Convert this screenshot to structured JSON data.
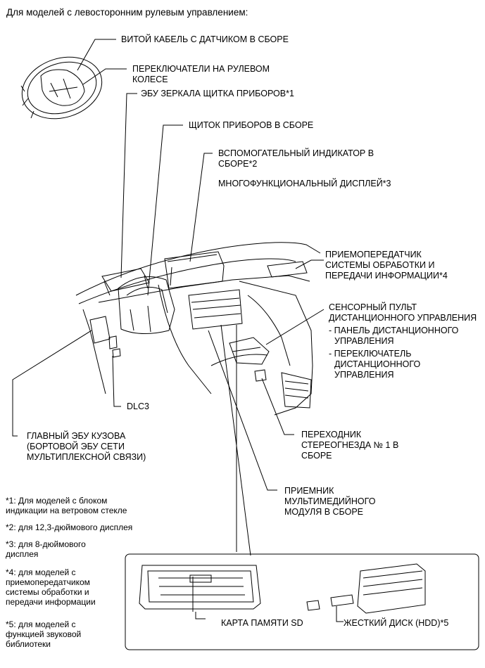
{
  "title": "Для моделей с левосторонним рулевым управлением:",
  "labels": {
    "spiral_cable": "ВИТОЙ КАБЕЛЬ С ДАТЧИКОМ В СБОРЕ",
    "steering_switches": [
      "ПЕРЕКЛЮЧАТЕЛИ НА РУЛЕВОМ",
      "КОЛЕСЕ"
    ],
    "mirror_ecu": "ЭБУ ЗЕРКАЛА ЩИТКА ПРИБОРОВ*1",
    "combination_meter": "ЩИТОК ПРИБОРОВ В СБОРЕ",
    "accessory_meter": [
      "ВСПОМОГАТЕЛЬНЫЙ ИНДИКАТОР В",
      "СБОРЕ*2"
    ],
    "multi_display": "МНОГОФУНКЦИОНАЛЬНЫЙ ДИСПЛЕЙ*3",
    "transceiver": [
      "ПРИЕМОПЕРЕДАТЧИК",
      "СИСТЕМЫ ОБРАБОТКИ И",
      "ПЕРЕДАЧИ ИНФОРМАЦИИ*4"
    ],
    "remote_touch": [
      "СЕНСОРНЫЙ ПУЛЬТ",
      "ДИСТАНЦИОННОГО УПРАВЛЕНИЯ",
      "- ПАНЕЛЬ ДИСТАНЦИОННОГО",
      "УПРАВЛЕНИЯ",
      "- ПЕРЕКЛЮЧАТЕЛЬ",
      "ДИСТАНЦИОННОГО",
      "УПРАВЛЕНИЯ"
    ],
    "dlc3": "DLC3",
    "main_body_ecu": [
      "ГЛАВНЫЙ ЭБУ КУЗОВА",
      "(БОРТОВОЙ ЭБУ СЕТИ",
      "МУЛЬТИПЛЕКСНОЙ СВЯЗИ)"
    ],
    "stereo_jack": [
      "ПЕРЕХОДНИК",
      "СТЕРЕОГНЕЗДА № 1 В",
      "СБОРЕ"
    ],
    "multimedia_receiver": [
      "ПРИЕМНИК",
      "МУЛЬТИМЕДИЙНОГО",
      "МОДУЛЯ В СБОРЕ"
    ],
    "sd_card": "КАРТА ПАМЯТИ SD",
    "hdd": "ЖЕСТКИЙ ДИСК (HDD)*5"
  },
  "footnotes": [
    [
      "*1: Для моделей с блоком",
      "индикации на ветровом стекле"
    ],
    [
      "*2: для 12,3-дюймового дисплея"
    ],
    [
      "*3: для 8-дюймового",
      "дисплея"
    ],
    [
      "*4: для моделей с",
      "приемопередатчиком",
      "системы обработки и",
      "передачи информации"
    ],
    [
      "*5: для моделей с",
      "функцией звуковой",
      "библиотеки"
    ]
  ]
}
